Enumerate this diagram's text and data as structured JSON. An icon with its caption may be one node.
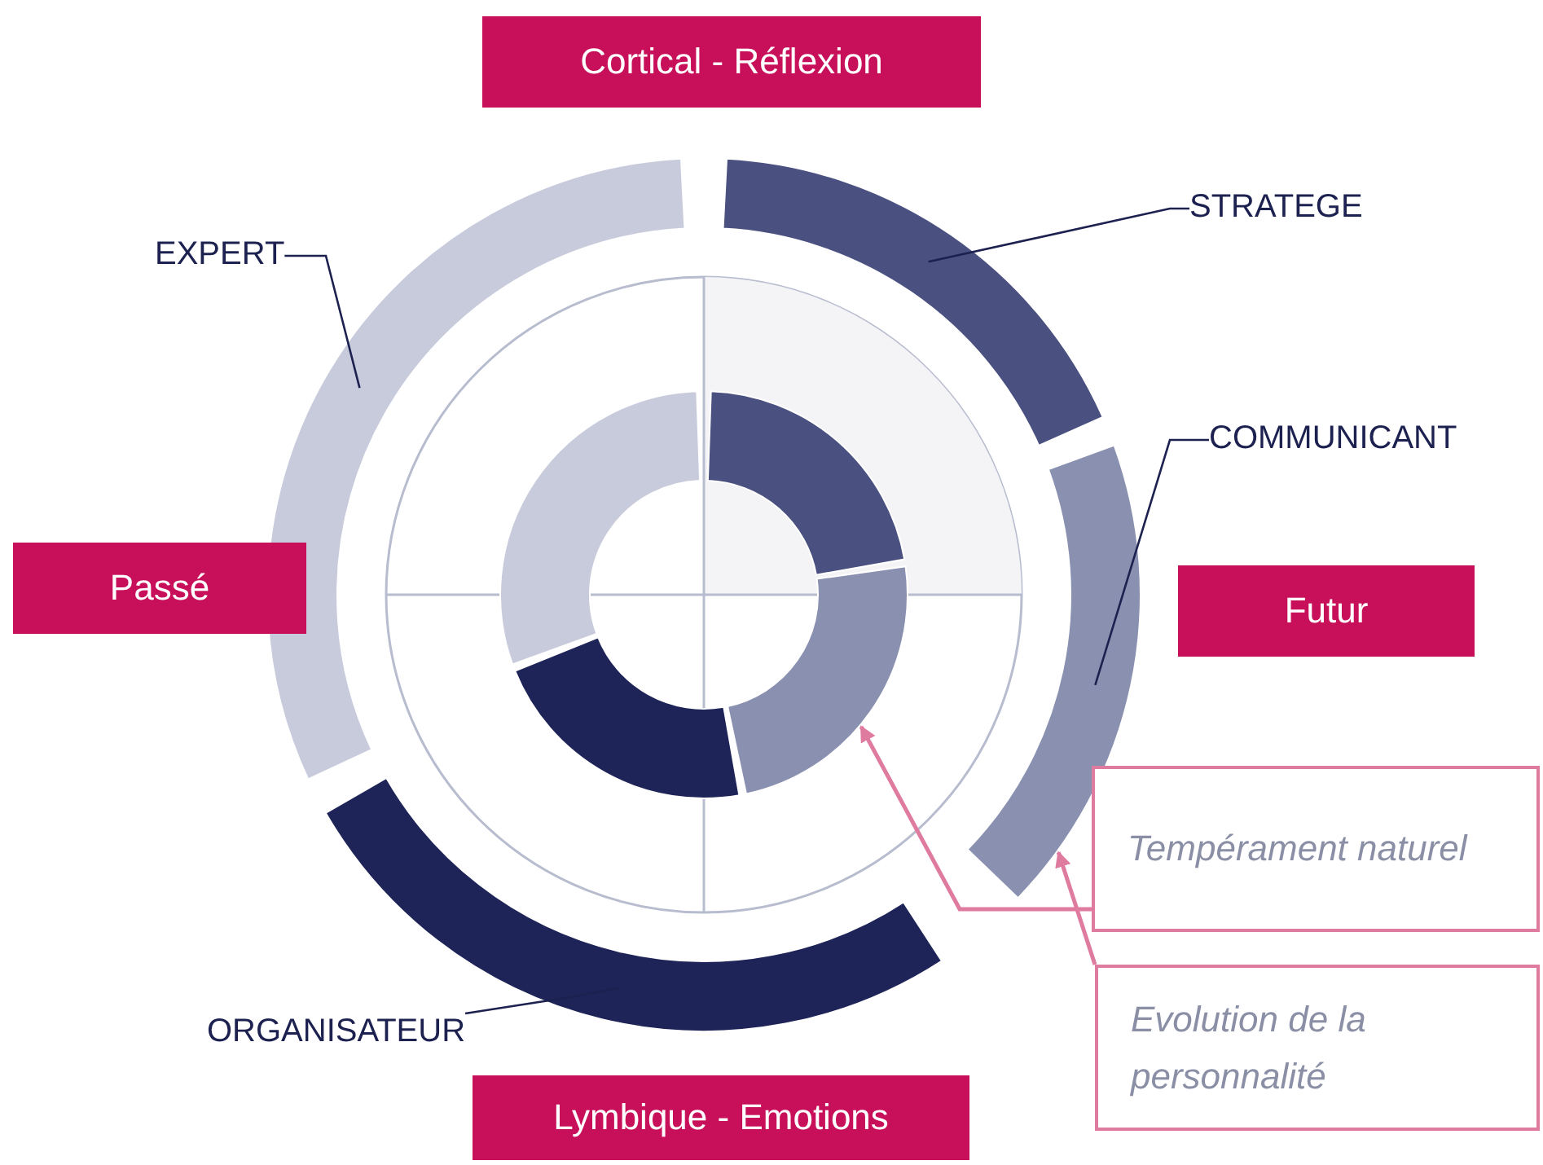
{
  "diagram": {
    "nodes": [
      {
        "text": [
          "Cortical - Réflexion"
        ]
      },
      {
        "text": [
          "Passé"
        ]
      },
      {
        "text": [
          "Futur"
        ]
      },
      {
        "text": [
          "Lymbique - Emotions"
        ]
      },
      {
        "text": [
          "EXPERT"
        ]
      },
      {
        "text": [
          "STRATEGE"
        ]
      },
      {
        "text": [
          "COMMUNICANT"
        ]
      },
      {
        "text": [
          "ORGANISATEUR"
        ]
      },
      {
        "text": [
          "Tempérament naturel"
        ]
      },
      {
        "text": [
          "Evolution de la personnalité"
        ]
      },
      {
        "text": [],
        "shape": "arc"
      },
      {
        "text": [],
        "shape": "arc"
      },
      {
        "text": [],
        "shape": "arc"
      },
      {
        "text": [],
        "shape": "arc"
      },
      {
        "text": [],
        "shape": "arc"
      },
      {
        "text": [],
        "shape": "arc"
      },
      {
        "text": [],
        "shape": "arc"
      },
      {
        "text": [],
        "shape": "arc"
      }
    ],
    "edges": [
      {
        "from": 4,
        "to": 10,
        "arrow": "none"
      },
      {
        "from": 5,
        "to": 11,
        "arrow": "none"
      },
      {
        "from": 6,
        "to": 12,
        "arrow": "none"
      },
      {
        "from": 7,
        "to": 13,
        "arrow": "none"
      },
      {
        "from": 8,
        "to": 16,
        "arrow": "to",
        "color": "#e07ba0"
      },
      {
        "from": 9,
        "to": 12,
        "arrow": "to",
        "color": "#e07ba0"
      }
    ]
  }
}
